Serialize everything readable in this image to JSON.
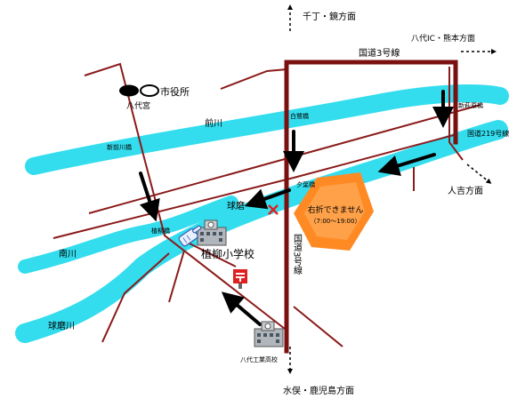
{
  "colors": {
    "river": "#33ddee",
    "main_road": "#7a1010",
    "minor_road": "#8b1a1a",
    "arrow": "#000000",
    "notice_fill": "#ff7a1a",
    "notice_text": "#1a4fd8",
    "post_box": "#e02020",
    "cross_mark": "#e02020"
  },
  "directions": {
    "north": "千丁・鏡方面",
    "northeast": "八代IC・熊本方面",
    "east": "人吉方面",
    "south": "水俣・鹿児島方面"
  },
  "roads": {
    "national_3_top": "国道3号線",
    "national_3_vertical": "国道3号線",
    "national_219": "国道219号線"
  },
  "rivers": {
    "maegawa": "前川",
    "minamigawa": "南川",
    "kumagawa_left": "球磨川",
    "kumagawa_bridge_area": "球磨"
  },
  "bridges": {
    "shin_maegawa": "新前川橋",
    "shiragane": "白鷺橋",
    "yuba": "夕葉橋",
    "uyanagi": "植柳橋",
    "shin_hagiwara": "新萩原橋"
  },
  "landmarks": {
    "city_hall": "市役所",
    "yatsushiro_shrine": "八代宮",
    "school": "植柳小学校",
    "high_school": "八代工業高校"
  },
  "notice": {
    "line1": "右折できません",
    "line2": "（7:00〜19:00）"
  },
  "icons": {
    "school": "school-building-icon",
    "high_school": "school-building-icon",
    "post": "post-office-icon",
    "pointer": "pointing-hand-icon",
    "no_turn": "cross-mark-icon",
    "city_hall": "city-hall-symbol-icon"
  }
}
